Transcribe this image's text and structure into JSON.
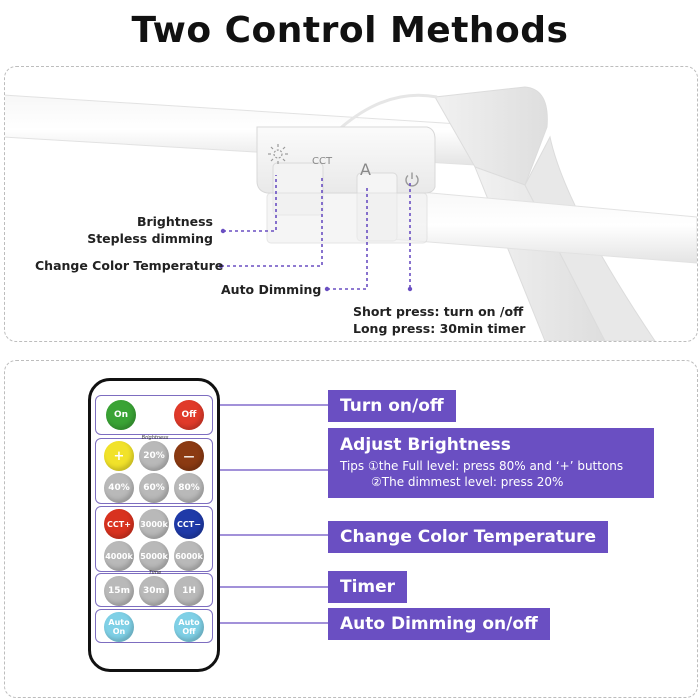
{
  "title": "Two Control Methods",
  "top_panel": {
    "icons": {
      "brightness_icon": "sun-icon",
      "cct_label": "CCT",
      "auto_label": "A",
      "power_icon": "power-icon"
    },
    "callouts": {
      "brightness_line1": "Brightness",
      "brightness_line2": "Stepless dimming",
      "color_temp": "Change Color Temperature",
      "auto_dimming": "Auto Dimming",
      "power_line1": "Short press: turn on /off",
      "power_line2": "Long press: 30min timer"
    }
  },
  "remote": {
    "on": "On",
    "off": "Off",
    "brightness_group_label": "Brightness",
    "plus": "+",
    "minus": "—",
    "b20": "20%",
    "b40": "40%",
    "b60": "60%",
    "b80": "80%",
    "cct_plus": "CCT+",
    "cct_minus": "CCT−",
    "k3000": "3000k",
    "k4000": "4000k",
    "k5000": "5000k",
    "k6000": "6000k",
    "timer_group_label": "Time",
    "t15": "15m",
    "t30": "30m",
    "t1h": "1H",
    "auto_on_l1": "Auto",
    "auto_on_l2": "On",
    "auto_off_l1": "Auto",
    "auto_off_l2": "Off"
  },
  "labels": {
    "turn_onoff": "Turn on/off",
    "adjust_brightness": "Adjust Brightness",
    "tips_line1": "Tips  ①the Full level:  press 80% and ‘+’ buttons",
    "tips_line2": "②The dimmest level: press 20%",
    "change_color_temp": "Change Color Temperature",
    "timer": "Timer",
    "auto_dimming": "Auto Dimming on/off"
  },
  "colors": {
    "accent": "#6a4fc2",
    "on_green": "#3aa335",
    "off_red": "#e03a2a",
    "plus_yellow": "#f1e22a",
    "minus_brown": "#8b3a12",
    "cct_plus_red": "#d8321f",
    "cct_minus_blue": "#1f3aa8",
    "auto_cyan": "#7fd0e6"
  }
}
